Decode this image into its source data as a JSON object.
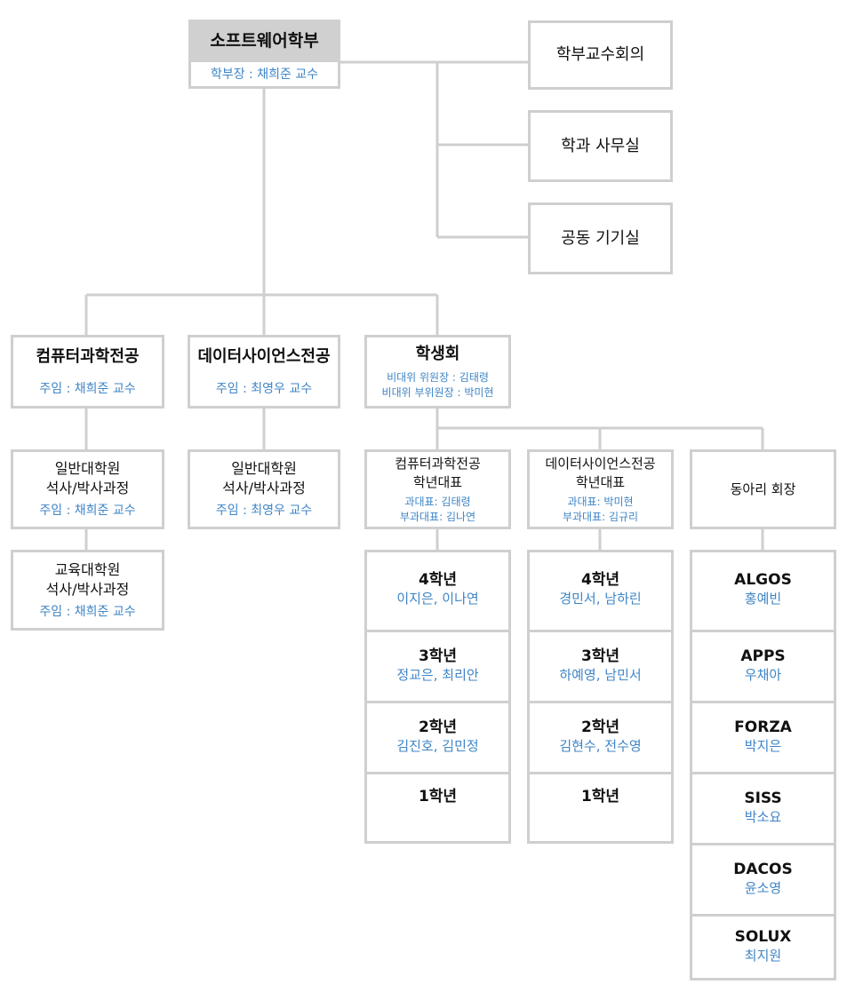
{
  "root": {
    "title": "소프트웨어학부",
    "head": "학부장 : 채희준 교수"
  },
  "side_units": [
    "학부교수회의",
    "학과 사무실",
    "공동 기기실"
  ],
  "majors": [
    {
      "name": "컴퓨터과학전공",
      "head": "주임 : 채희준 교수"
    },
    {
      "name": "데이터사이언스전공",
      "head": "주임 : 최영우 교수"
    }
  ],
  "student_council": {
    "name": "학생회",
    "lines": [
      "비대위 위원장 : 김태령",
      "비대위 부위원장 : 박미현"
    ]
  },
  "grad_programs": [
    {
      "line1": "일반대학원",
      "line2": "석사/박사과정",
      "head": "주임 : 채희준 교수"
    },
    {
      "line1": "교육대학원",
      "line2": "석사/박사과정",
      "head": "주임 : 채희준 교수"
    },
    {
      "line1": "일반대학원",
      "line2": "석사/박사과정",
      "head": "주임 : 최영우 교수"
    }
  ],
  "reps": [
    {
      "line1": "컴퓨터과학전공",
      "line2": "학년대표",
      "rep": "과대표: 김태령",
      "vice": "부과대표: 김나연"
    },
    {
      "line1": "데이터사이언스전공",
      "line2": "학년대표",
      "rep": "과대표: 박미현",
      "vice": "부과대표: 김규리"
    }
  ],
  "club_heads_label": "동아리 회장",
  "cs_grades": [
    {
      "grade": "4학년",
      "names": "이지은, 이나연"
    },
    {
      "grade": "3학년",
      "names": "정교은, 최리안"
    },
    {
      "grade": "2학년",
      "names": "김진호, 김민정"
    },
    {
      "grade": "1학년",
      "names": ""
    }
  ],
  "ds_grades": [
    {
      "grade": "4학년",
      "names": "경민서, 남하린"
    },
    {
      "grade": "3학년",
      "names": "하예영, 남민서"
    },
    {
      "grade": "2학년",
      "names": "김현수, 전수영"
    },
    {
      "grade": "1학년",
      "names": ""
    }
  ],
  "clubs": [
    {
      "name": "ALGOS",
      "head": "홍예빈"
    },
    {
      "name": "APPS",
      "head": "우채아"
    },
    {
      "name": "FORZA",
      "head": "박지은"
    },
    {
      "name": "SISS",
      "head": "박소요"
    },
    {
      "name": "DACOS",
      "head": "윤소영"
    },
    {
      "name": "SOLUX",
      "head": "최지원"
    }
  ]
}
